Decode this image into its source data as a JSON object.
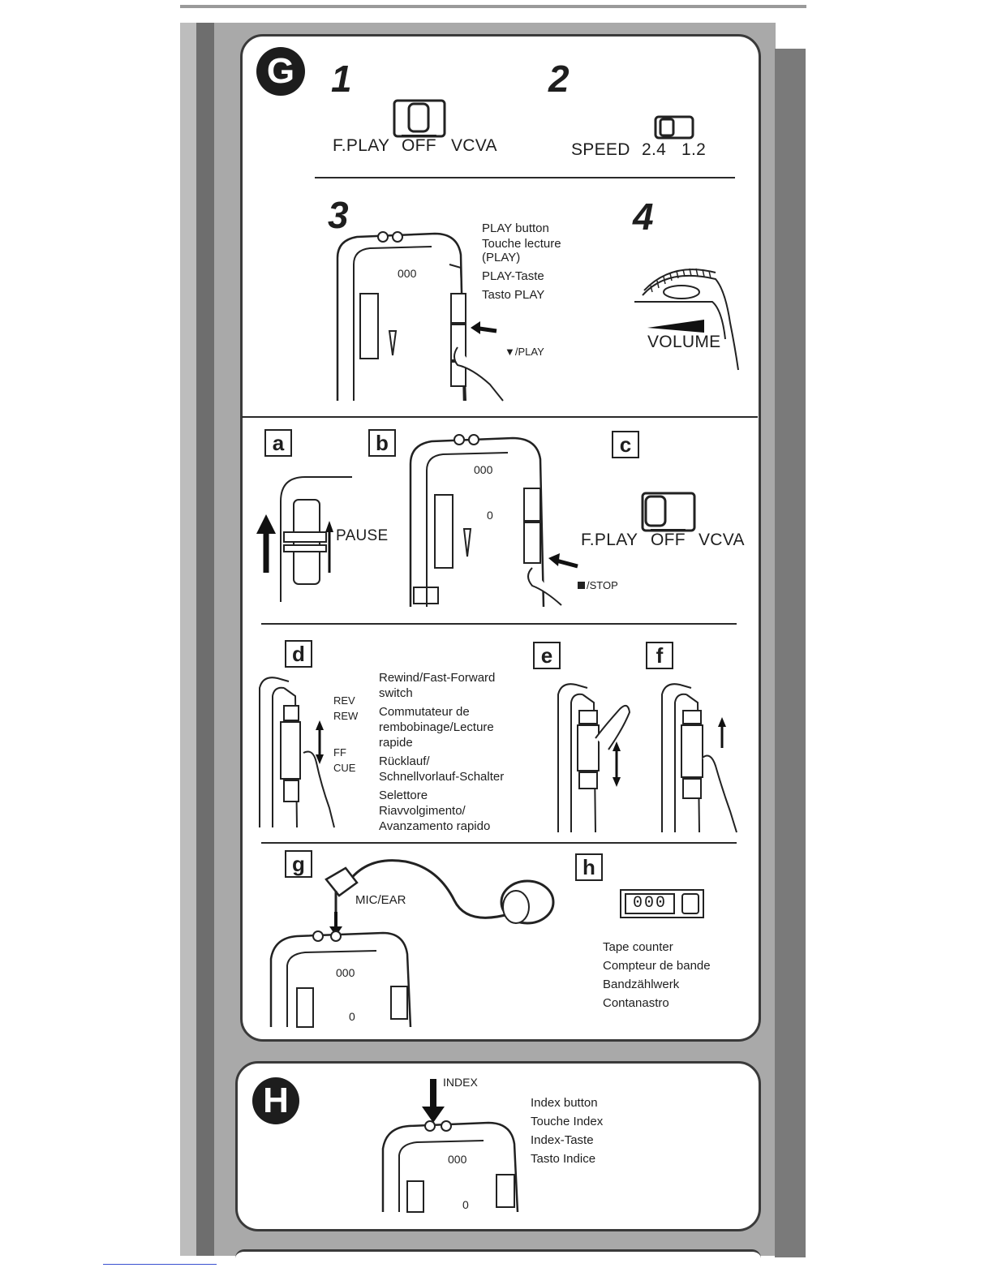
{
  "section_g": {
    "badge": "G",
    "step1": {
      "number": "1",
      "labels": [
        "F.PLAY",
        "OFF",
        "VCVA"
      ]
    },
    "step2": {
      "number": "2",
      "speed_label": "SPEED",
      "speed_values": [
        "2.4",
        "1.2"
      ]
    },
    "step3": {
      "number": "3",
      "caption_lines": [
        "PLAY button",
        "Touche lecture",
        "(PLAY)",
        "PLAY-Taste",
        "Tasto PLAY"
      ],
      "button_label": "▼/PLAY"
    },
    "step4": {
      "number": "4",
      "volume_label": "VOLUME"
    },
    "a": {
      "letter": "a",
      "label": "PAUSE"
    },
    "b": {
      "letter": "b",
      "button_label": "/STOP"
    },
    "c": {
      "letter": "c",
      "labels": [
        "F.PLAY",
        "OFF",
        "VCVA"
      ]
    },
    "d": {
      "letter": "d",
      "switch_top": [
        "REV",
        "REW"
      ],
      "switch_bottom": [
        "FF",
        "CUE"
      ],
      "caption_lines": [
        "Rewind/Fast-Forward",
        "switch",
        "Commutateur de",
        "rembobinage/Lecture",
        "rapide",
        "Rücklauf/",
        "Schnellvorlauf-Schalter",
        "Selettore",
        "Riavvolgimento/",
        "Avanzamento rapido"
      ]
    },
    "e": {
      "letter": "e"
    },
    "f": {
      "letter": "f"
    },
    "g": {
      "letter": "g",
      "jack_label": "MIC/EAR"
    },
    "h": {
      "letter": "h",
      "counter_value": "000",
      "caption_lines": [
        "Tape counter",
        "Compteur de bande",
        "Bandzählwerk",
        "Contanastro"
      ]
    }
  },
  "section_h": {
    "badge": "H",
    "button_label": "INDEX",
    "caption_lines": [
      "Index button",
      "Touche Index",
      "Index-Taste",
      "Tasto Indice"
    ]
  }
}
